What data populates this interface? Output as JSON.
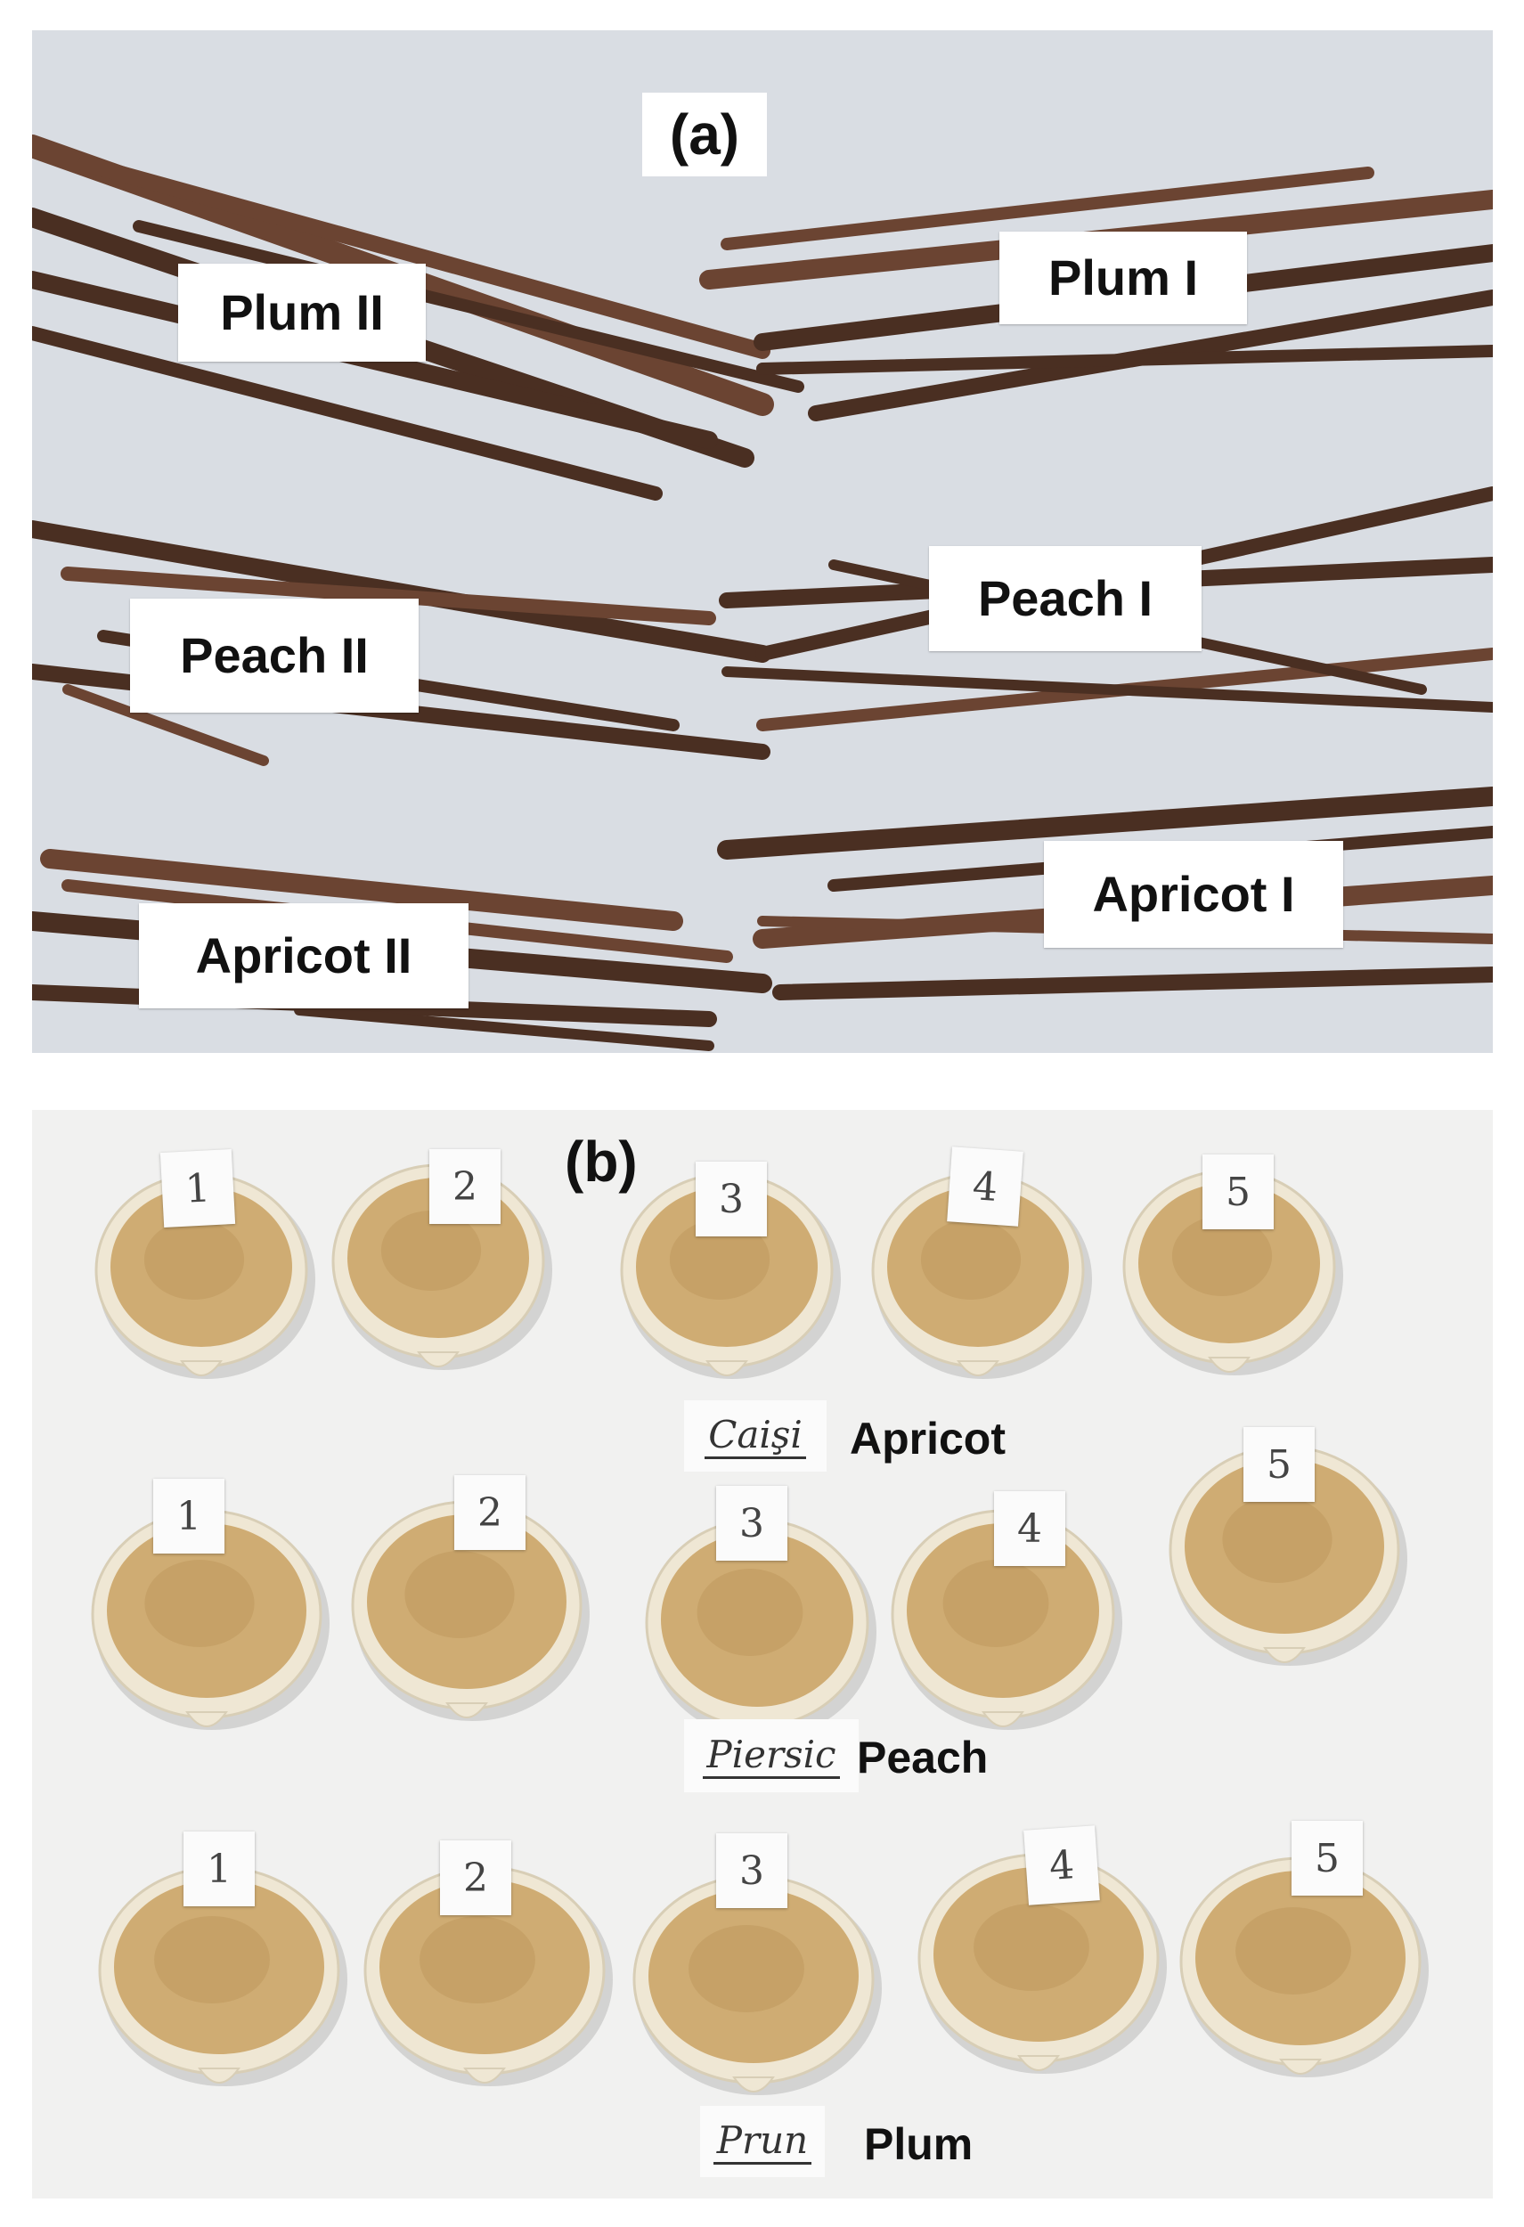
{
  "panel_a": {
    "letter": "(a)",
    "labels": {
      "plum_ii": "Plum II",
      "plum_i": "Plum I",
      "peach_ii": "Peach II",
      "peach_i": "Peach I",
      "apricot_ii": "Apricot II",
      "apricot_i": "Apricot I"
    }
  },
  "panel_b": {
    "letter": "(b)",
    "rows": [
      {
        "handwritten": "Caişi",
        "label": "Apricot",
        "cards": [
          "1",
          "2",
          "3",
          "4",
          "5"
        ]
      },
      {
        "handwritten": "Piersic",
        "label": "Peach",
        "cards": [
          "1",
          "2",
          "3",
          "4",
          "5"
        ]
      },
      {
        "handwritten": "Prun",
        "label": "Plum",
        "cards": [
          "1",
          "2",
          "3",
          "4",
          "5"
        ]
      }
    ]
  },
  "colors": {
    "twig": "#4a2f22",
    "twig_light": "#6b4432",
    "background_a": "#d9dde3",
    "background_b": "#f1f1f0",
    "bowl": "#efe7d4",
    "powder": "#cfac73"
  }
}
